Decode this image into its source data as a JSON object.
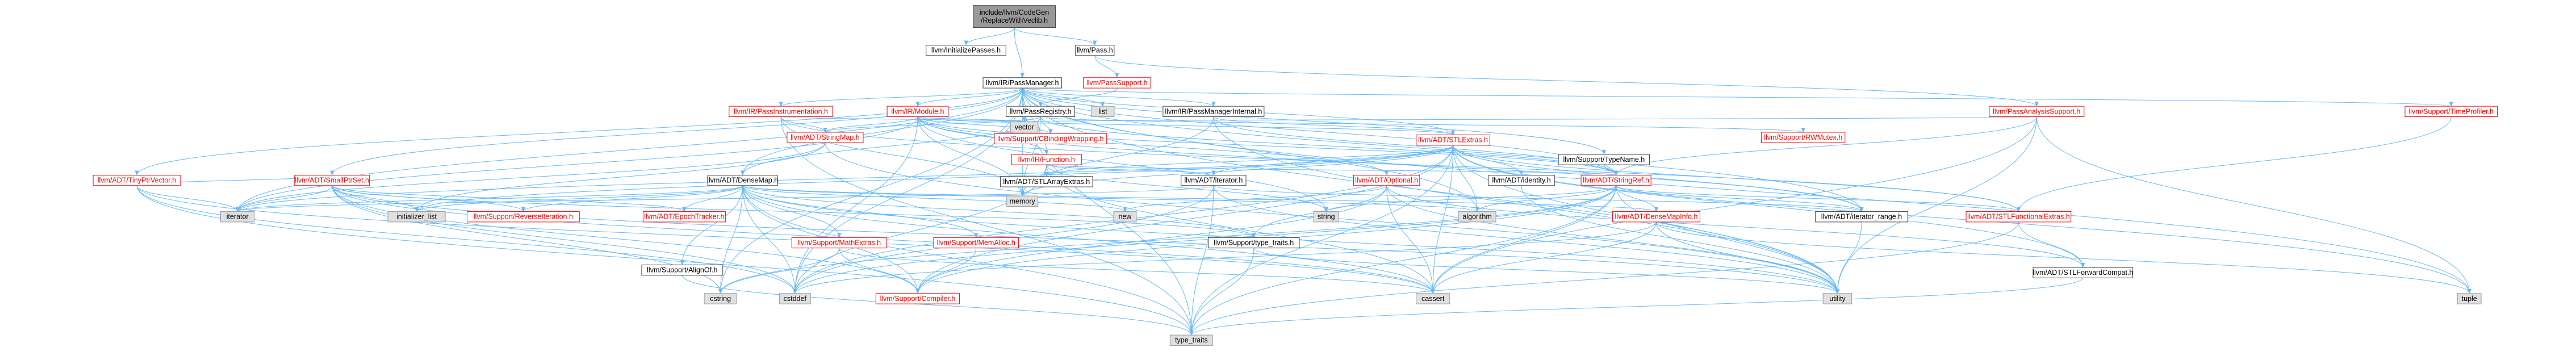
{
  "diagram": {
    "colors": {
      "edge": "#63b8ff",
      "node_fill": "#ffffff",
      "node_border": "#404040",
      "root_fill": "#999999",
      "ext_fill": "#e0e0e0",
      "ext_border": "#999999",
      "trunc_border": "#ff0000",
      "text_normal": "#000000",
      "text_trunc": "#ff0000"
    },
    "nodes": [
      {
        "id": "root",
        "label": "include/llvm/CodeGen\n/ReplaceWithVeclib.h",
        "kind": "root"
      },
      {
        "id": "initpasses",
        "label": "llvm/InitializePasses.h",
        "kind": "normal"
      },
      {
        "id": "pass",
        "label": "llvm/Pass.h",
        "kind": "normal"
      },
      {
        "id": "passmanager",
        "label": "llvm/IR/PassManager.h",
        "kind": "normal"
      },
      {
        "id": "passsupport",
        "label": "llvm/PassSupport.h",
        "kind": "trunc"
      },
      {
        "id": "passinstr",
        "label": "llvm/IR/PassInstrumentation.h",
        "kind": "trunc"
      },
      {
        "id": "module",
        "label": "llvm/IR/Module.h",
        "kind": "trunc"
      },
      {
        "id": "passregistry",
        "label": "llvm/PassRegistry.h",
        "kind": "normal"
      },
      {
        "id": "list",
        "label": "list",
        "kind": "ext"
      },
      {
        "id": "pmi",
        "label": "llvm/IR/PassManagerInternal.h",
        "kind": "normal"
      },
      {
        "id": "passanalysis",
        "label": "llvm/PassAnalysisSupport.h",
        "kind": "trunc"
      },
      {
        "id": "timeprofiler",
        "label": "llvm/Support/TimeProfiler.h",
        "kind": "trunc"
      },
      {
        "id": "stringmap",
        "label": "llvm/ADT/StringMap.h",
        "kind": "trunc"
      },
      {
        "id": "vector",
        "label": "vector",
        "kind": "ext"
      },
      {
        "id": "cbwrap",
        "label": "llvm/Support/CBindingWrapping.h",
        "kind": "trunc"
      },
      {
        "id": "function",
        "label": "llvm/IR/Function.h",
        "kind": "trunc"
      },
      {
        "id": "stlextras",
        "label": "llvm/ADT/STLExtras.h",
        "kind": "trunc"
      },
      {
        "id": "typename",
        "label": "llvm/Support/TypeName.h",
        "kind": "normal"
      },
      {
        "id": "rwmutex",
        "label": "llvm/Support/RWMutex.h",
        "kind": "trunc"
      },
      {
        "id": "tinyptr",
        "label": "llvm/ADT/TinyPtrVector.h",
        "kind": "trunc"
      },
      {
        "id": "smallptrset",
        "label": "llvm/ADT/SmallPtrSet.h",
        "kind": "trunc"
      },
      {
        "id": "densemap",
        "label": "llvm/ADT/DenseMap.h",
        "kind": "normal"
      },
      {
        "id": "stlarray",
        "label": "llvm/ADT/STLArrayExtras.h",
        "kind": "normal"
      },
      {
        "id": "iteratorh",
        "label": "llvm/ADT/iterator.h",
        "kind": "normal"
      },
      {
        "id": "memory",
        "label": "memory",
        "kind": "ext"
      },
      {
        "id": "optional",
        "label": "llvm/ADT/Optional.h",
        "kind": "trunc"
      },
      {
        "id": "identity",
        "label": "llvm/ADT/identity.h",
        "kind": "normal"
      },
      {
        "id": "stringref",
        "label": "llvm/ADT/StringRef.h",
        "kind": "trunc"
      },
      {
        "id": "iterator",
        "label": "iterator",
        "kind": "ext"
      },
      {
        "id": "initlist",
        "label": "initializer_list",
        "kind": "ext"
      },
      {
        "id": "reverseiter",
        "label": "llvm/Support/ReverseIteration.h",
        "kind": "trunc"
      },
      {
        "id": "epoch",
        "label": "llvm/ADT/EpochTracker.h",
        "kind": "trunc"
      },
      {
        "id": "mathextras",
        "label": "llvm/Support/MathExtras.h",
        "kind": "trunc"
      },
      {
        "id": "memalloc",
        "label": "llvm/Support/MemAlloc.h",
        "kind": "trunc"
      },
      {
        "id": "typetraitsh",
        "label": "llvm/Support/type_traits.h",
        "kind": "normal"
      },
      {
        "id": "new",
        "label": "new",
        "kind": "ext"
      },
      {
        "id": "string",
        "label": "string",
        "kind": "ext"
      },
      {
        "id": "algorithm",
        "label": "algorithm",
        "kind": "ext"
      },
      {
        "id": "densemapinfo",
        "label": "llvm/ADT/DenseMapInfo.h",
        "kind": "trunc"
      },
      {
        "id": "iterrange",
        "label": "llvm/ADT/iterator_range.h",
        "kind": "normal"
      },
      {
        "id": "stlfunc",
        "label": "llvm/ADT/STLFunctionalExtras.h",
        "kind": "trunc"
      },
      {
        "id": "alignof",
        "label": "llvm/Support/AlignOf.h",
        "kind": "normal"
      },
      {
        "id": "cstring",
        "label": "cstring",
        "kind": "ext"
      },
      {
        "id": "cstddef",
        "label": "cstddef",
        "kind": "ext"
      },
      {
        "id": "compiler",
        "label": "llvm/Support/Compiler.h",
        "kind": "trunc"
      },
      {
        "id": "cassert",
        "label": "cassert",
        "kind": "ext"
      },
      {
        "id": "utility",
        "label": "utility",
        "kind": "ext"
      },
      {
        "id": "stlforward",
        "label": "llvm/ADT/STLForwardCompat.h",
        "kind": "normal"
      },
      {
        "id": "tuple",
        "label": "tuple",
        "kind": "ext"
      },
      {
        "id": "typetraits",
        "label": "type_traits",
        "kind": "ext"
      }
    ],
    "edges": [
      [
        "root",
        "initpasses"
      ],
      [
        "root",
        "pass"
      ],
      [
        "root",
        "passmanager"
      ],
      [
        "pass",
        "passsupport"
      ],
      [
        "pass",
        "passanalysis"
      ],
      [
        "passsupport",
        "passregistry"
      ],
      [
        "passmanager",
        "passinstr"
      ],
      [
        "passmanager",
        "module"
      ],
      [
        "passmanager",
        "passregistry"
      ],
      [
        "passmanager",
        "list"
      ],
      [
        "passmanager",
        "pmi"
      ],
      [
        "passmanager",
        "timeprofiler"
      ],
      [
        "passmanager",
        "stlextras"
      ],
      [
        "passmanager",
        "typename"
      ],
      [
        "passmanager",
        "function"
      ],
      [
        "passmanager",
        "tinyptr"
      ],
      [
        "passmanager",
        "smallptrset"
      ],
      [
        "passmanager",
        "densemap"
      ],
      [
        "passmanager",
        "stringref"
      ],
      [
        "passmanager",
        "vector"
      ],
      [
        "passmanager",
        "iterator"
      ],
      [
        "passmanager",
        "cstddef"
      ],
      [
        "passmanager",
        "memory"
      ],
      [
        "passmanager",
        "utility"
      ],
      [
        "passmanager",
        "tuple"
      ],
      [
        "passmanager",
        "typetraits"
      ],
      [
        "passmanager",
        "cstring"
      ],
      [
        "passmanager",
        "iterrange"
      ],
      [
        "passmanager",
        "algorithm"
      ],
      [
        "passinstr",
        "stringmap"
      ],
      [
        "passinstr",
        "vector"
      ],
      [
        "passinstr",
        "stlfunc"
      ],
      [
        "passinstr",
        "memory"
      ],
      [
        "passinstr",
        "typetraits"
      ],
      [
        "module",
        "stringmap"
      ],
      [
        "module",
        "cbwrap"
      ],
      [
        "module",
        "function"
      ],
      [
        "module",
        "stlextras"
      ],
      [
        "module",
        "stringref"
      ],
      [
        "module",
        "iterrange"
      ],
      [
        "module",
        "optional"
      ],
      [
        "module",
        "cstddef"
      ],
      [
        "module",
        "iterator"
      ],
      [
        "module",
        "memory"
      ],
      [
        "module",
        "string"
      ],
      [
        "module",
        "vector"
      ],
      [
        "passregistry",
        "stringmap"
      ],
      [
        "passregistry",
        "cbwrap"
      ],
      [
        "passregistry",
        "rwmutex"
      ],
      [
        "passregistry",
        "densemap"
      ],
      [
        "passregistry",
        "stringref"
      ],
      [
        "passregistry",
        "memory"
      ],
      [
        "passregistry",
        "vector"
      ],
      [
        "pmi",
        "stlextras"
      ],
      [
        "pmi",
        "stringref"
      ],
      [
        "pmi",
        "memory"
      ],
      [
        "pmi",
        "utility"
      ],
      [
        "passanalysis",
        "stringref"
      ],
      [
        "passanalysis",
        "cassert"
      ],
      [
        "passanalysis",
        "tuple"
      ],
      [
        "passanalysis",
        "utility"
      ],
      [
        "passanalysis",
        "vector"
      ],
      [
        "timeprofiler",
        "stlfunc"
      ],
      [
        "stringmap",
        "iterator"
      ],
      [
        "stringmap",
        "initlist"
      ],
      [
        "stringmap",
        "utility"
      ],
      [
        "function",
        "iteratorh"
      ],
      [
        "function",
        "stringref"
      ],
      [
        "function",
        "memory"
      ],
      [
        "function",
        "cassert"
      ],
      [
        "function",
        "cstddef"
      ],
      [
        "function",
        "string"
      ],
      [
        "stlextras",
        "stlarray"
      ],
      [
        "stlextras",
        "identity"
      ],
      [
        "stlextras",
        "iterrange"
      ],
      [
        "stlextras",
        "stlfunc"
      ],
      [
        "stlextras",
        "stlforward"
      ],
      [
        "stlextras",
        "iteratorh"
      ],
      [
        "stlextras",
        "compiler"
      ],
      [
        "stlextras",
        "algorithm"
      ],
      [
        "stlextras",
        "cassert"
      ],
      [
        "stlextras",
        "cstddef"
      ],
      [
        "stlextras",
        "initlist"
      ],
      [
        "stlextras",
        "iterator"
      ],
      [
        "stlextras",
        "memory"
      ],
      [
        "stlextras",
        "tuple"
      ],
      [
        "stlextras",
        "typetraits"
      ],
      [
        "stlextras",
        "utility"
      ],
      [
        "typename",
        "stringref"
      ],
      [
        "tinyptr",
        "smallptrset"
      ],
      [
        "tinyptr",
        "cassert"
      ],
      [
        "tinyptr",
        "cstddef"
      ],
      [
        "tinyptr",
        "iterator"
      ],
      [
        "tinyptr",
        "typetraits"
      ],
      [
        "smallptrset",
        "epoch"
      ],
      [
        "smallptrset",
        "reverseiter"
      ],
      [
        "smallptrset",
        "typetraitsh"
      ],
      [
        "smallptrset",
        "compiler"
      ],
      [
        "smallptrset",
        "cassert"
      ],
      [
        "smallptrset",
        "cstddef"
      ],
      [
        "smallptrset",
        "cstring"
      ],
      [
        "smallptrset",
        "initlist"
      ],
      [
        "smallptrset",
        "iterator"
      ],
      [
        "smallptrset",
        "utility"
      ],
      [
        "densemap",
        "densemapinfo"
      ],
      [
        "densemap",
        "epoch"
      ],
      [
        "densemap",
        "alignof"
      ],
      [
        "densemap",
        "compiler"
      ],
      [
        "densemap",
        "mathextras"
      ],
      [
        "densemap",
        "memalloc"
      ],
      [
        "densemap",
        "reverseiter"
      ],
      [
        "densemap",
        "typetraitsh"
      ],
      [
        "densemap",
        "algorithm"
      ],
      [
        "densemap",
        "cassert"
      ],
      [
        "densemap",
        "cstddef"
      ],
      [
        "densemap",
        "cstring"
      ],
      [
        "densemap",
        "initlist"
      ],
      [
        "densemap",
        "iterator"
      ],
      [
        "densemap",
        "new"
      ],
      [
        "densemap",
        "typetraits"
      ],
      [
        "densemap",
        "utility"
      ],
      [
        "iteratorh",
        "iterrange"
      ],
      [
        "iteratorh",
        "cstddef"
      ],
      [
        "iteratorh",
        "iterator"
      ],
      [
        "iteratorh",
        "typetraits"
      ],
      [
        "iteratorh",
        "utility"
      ],
      [
        "optional",
        "stlforward"
      ],
      [
        "optional",
        "compiler"
      ],
      [
        "optional",
        "typetraitsh"
      ],
      [
        "optional",
        "cassert"
      ],
      [
        "optional",
        "new"
      ],
      [
        "optional",
        "utility"
      ],
      [
        "stringref",
        "densemapinfo"
      ],
      [
        "stringref",
        "iterrange"
      ],
      [
        "stringref",
        "stlfunc"
      ],
      [
        "stringref",
        "compiler"
      ],
      [
        "stringref",
        "algorithm"
      ],
      [
        "stringref",
        "cassert"
      ],
      [
        "stringref",
        "cstddef"
      ],
      [
        "stringref",
        "cstring"
      ],
      [
        "stringref",
        "limits"
      ],
      [
        "stringref",
        "string"
      ],
      [
        "stringref",
        "typetraits"
      ],
      [
        "stringref",
        "utility"
      ],
      [
        "densemapinfo",
        "cassert"
      ],
      [
        "densemapinfo",
        "cstddef"
      ],
      [
        "densemapinfo",
        "tuple"
      ],
      [
        "densemapinfo",
        "utility"
      ],
      [
        "iterrange",
        "utility"
      ],
      [
        "stlfunc",
        "stlforward"
      ],
      [
        "stlfunc",
        "typetraits"
      ],
      [
        "stlforward",
        "typetraits"
      ],
      [
        "typetraitsh",
        "typetraits"
      ],
      [
        "typetraitsh",
        "utility"
      ],
      [
        "mathextras",
        "compiler"
      ],
      [
        "mathextras",
        "cassert"
      ],
      [
        "mathextras",
        "cstring"
      ],
      [
        "memalloc",
        "compiler"
      ],
      [
        "alignof",
        "typetraits"
      ],
      [
        "identity",
        "utility"
      ]
    ]
  }
}
